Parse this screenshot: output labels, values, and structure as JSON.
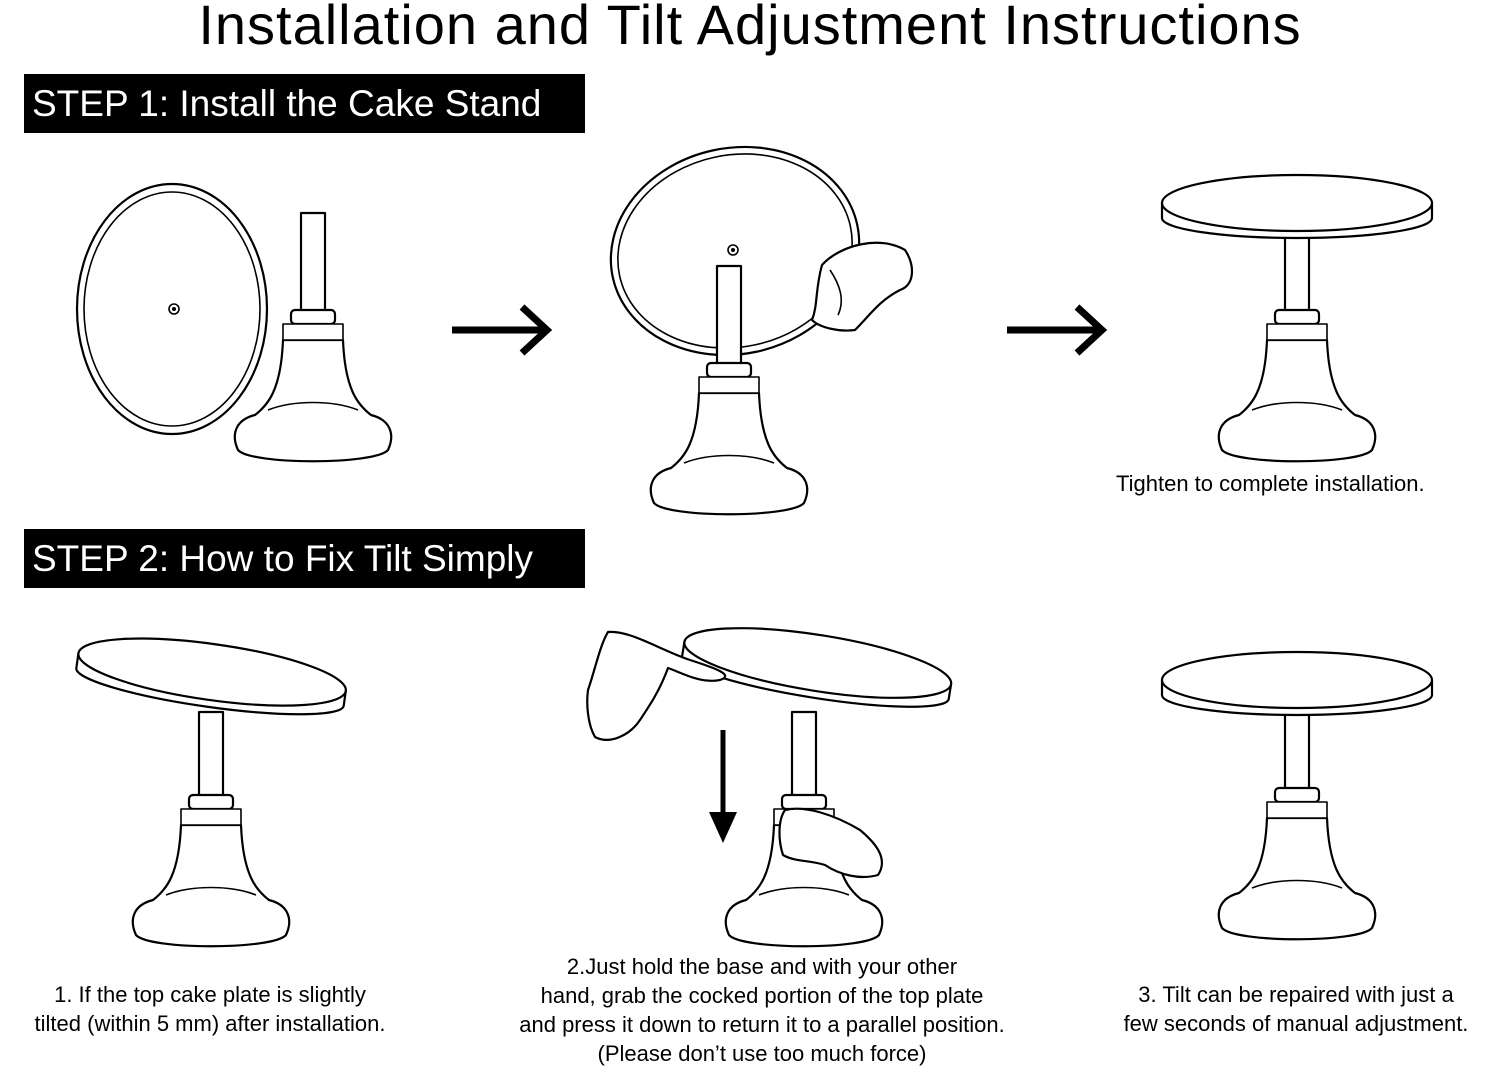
{
  "title": "Installation and Tilt Adjustment Instructions",
  "step1": {
    "banner": "STEP 1: Install the Cake Stand",
    "caption": "Tighten to complete installation."
  },
  "step2": {
    "banner": "STEP 2: How to Fix Tilt Simply",
    "caption1": [
      "1. If the top cake plate is slightly",
      "tilted (within 5 mm) after installation."
    ],
    "caption2": [
      "2.Just hold the base and with your other",
      "hand, grab the cocked portion of the top plate",
      "and press it down to return it to a parallel position.",
      "(Please don’t use too much force)"
    ],
    "caption3": [
      "3. Tilt can be repaired with just a",
      "few seconds of manual adjustment."
    ]
  }
}
